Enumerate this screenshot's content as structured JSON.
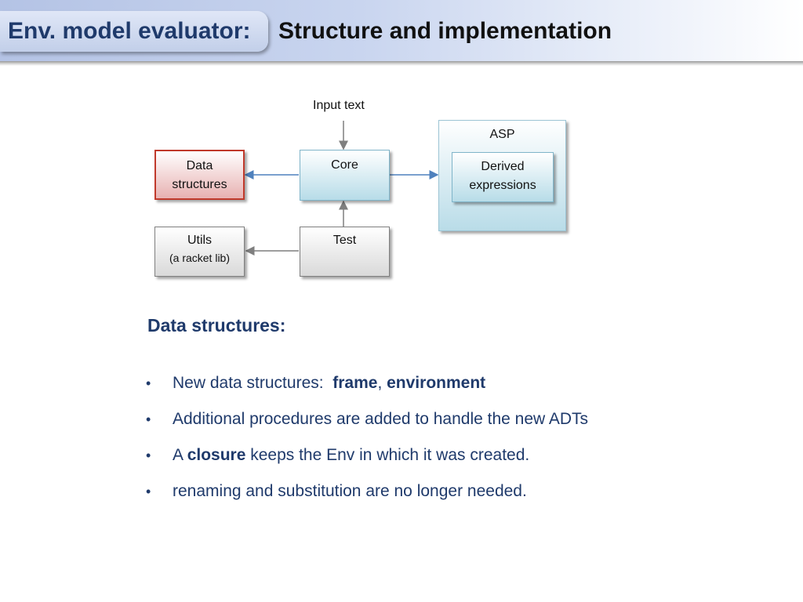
{
  "header": {
    "title_left": "Env. model evaluator:",
    "title_right": "Structure and implementation"
  },
  "diagram": {
    "input_text": "Input text",
    "core": "Core",
    "asp": "ASP",
    "derived_line1": "Derived",
    "derived_line2": "expressions",
    "data_structures_line1": "Data",
    "data_structures_line2": "structures",
    "test": "Test",
    "utils": "Utils",
    "utils_sub": "(a racket lib)"
  },
  "section": {
    "title": "Data structures:"
  },
  "bullets": {
    "b1_pre": "New data structures:  ",
    "b1_frame": "frame",
    "b1_comma": ", ",
    "b1_env": "environment",
    "b2": "Additional procedures are added to handle the new ADTs",
    "b3_pre": "A ",
    "b3_bold": "closure",
    "b3_post": " keeps the Env in which it was created.",
    "b4": "renaming and substitution are no longer needed."
  },
  "colors": {
    "title_blue": "#1f3a6b",
    "box_red_border": "#c0392b",
    "box_blue_fill": "#b7dce8",
    "arrow_blue": "#4f81bd",
    "arrow_gray": "#7f7f7f"
  }
}
